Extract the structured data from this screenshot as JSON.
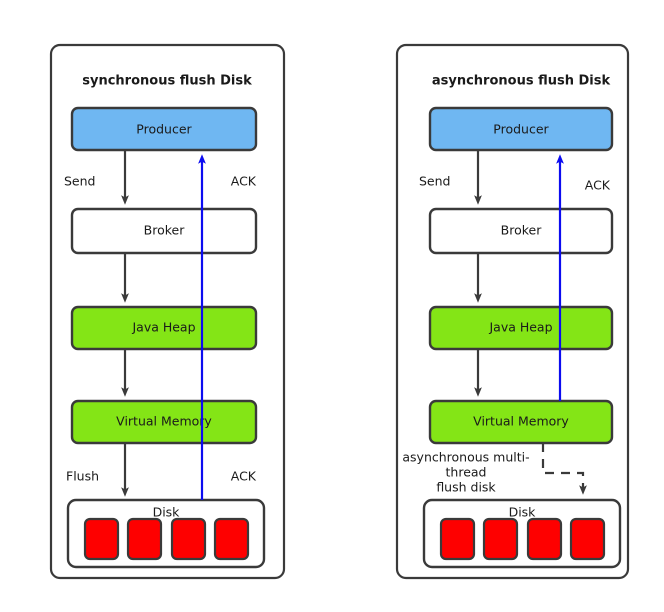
{
  "diagram": {
    "background": "#ffffff",
    "colors": {
      "producer_fill": "#6fb7f2",
      "memory_fill": "#84e516",
      "disk_cell_fill": "#fe0000",
      "plain_fill": "#ffffff",
      "stroke": "#3a3a3a",
      "ack_arrow": "#0c0cf0"
    },
    "panels": [
      {
        "id": "synchronous",
        "title": "synchronous flush Disk",
        "nodes": [
          {
            "id": "producer",
            "label": "Producer",
            "style": "producer"
          },
          {
            "id": "broker",
            "label": "Broker",
            "style": "plain"
          },
          {
            "id": "java_heap",
            "label": "Java Heap",
            "style": "memory"
          },
          {
            "id": "virtual_memory",
            "label": "Virtual Memory",
            "style": "memory"
          },
          {
            "id": "disk",
            "label": "Disk",
            "style": "disk",
            "cells": 4
          }
        ],
        "edges": [
          {
            "from": "producer",
            "to": "broker",
            "label": "Send",
            "kind": "solid-black"
          },
          {
            "from": "broker",
            "to": "java_heap",
            "label": "",
            "kind": "solid-black"
          },
          {
            "from": "java_heap",
            "to": "virtual_memory",
            "label": "",
            "kind": "solid-black"
          },
          {
            "from": "virtual_memory",
            "to": "disk",
            "label": "Flush",
            "kind": "solid-black"
          },
          {
            "from": "disk",
            "to": "virtual_memory",
            "label": "ACK",
            "kind": "solid-blue"
          },
          {
            "from": "virtual_memory",
            "to": "java_heap",
            "label": "",
            "kind": "solid-blue"
          },
          {
            "from": "java_heap",
            "to": "broker",
            "label": "",
            "kind": "solid-blue"
          },
          {
            "from": "broker",
            "to": "producer",
            "label": "ACK",
            "kind": "solid-blue"
          }
        ]
      },
      {
        "id": "asynchronous",
        "title": "asynchronous flush Disk",
        "nodes": [
          {
            "id": "producer",
            "label": "Producer",
            "style": "producer"
          },
          {
            "id": "broker",
            "label": "Broker",
            "style": "plain"
          },
          {
            "id": "java_heap",
            "label": "Java Heap",
            "style": "memory"
          },
          {
            "id": "virtual_memory",
            "label": "Virtual Memory",
            "style": "memory"
          },
          {
            "id": "disk",
            "label": "Disk",
            "style": "disk",
            "cells": 4
          }
        ],
        "edges": [
          {
            "from": "producer",
            "to": "broker",
            "label": "Send",
            "kind": "solid-black"
          },
          {
            "from": "broker",
            "to": "java_heap",
            "label": "",
            "kind": "solid-black"
          },
          {
            "from": "java_heap",
            "to": "virtual_memory",
            "label": "",
            "kind": "solid-black"
          },
          {
            "from": "virtual_memory",
            "to": "disk",
            "label": "asynchronous multi-thread flush disk",
            "kind": "dashed-black"
          },
          {
            "from": "virtual_memory",
            "to": "java_heap",
            "label": "",
            "kind": "solid-blue"
          },
          {
            "from": "java_heap",
            "to": "broker",
            "label": "",
            "kind": "solid-blue"
          },
          {
            "from": "broker",
            "to": "producer",
            "label": "ACK",
            "kind": "solid-blue"
          }
        ],
        "flush_label_lines": [
          "asynchronous multi-",
          "thread",
          "flush disk"
        ]
      }
    ]
  }
}
